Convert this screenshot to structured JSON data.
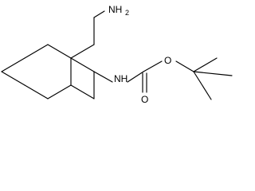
{
  "molecule": {
    "atoms": {
      "amine_n": "NH",
      "amine_sub": "2",
      "carbamate_nh": "NH",
      "ester_o": "O",
      "carbonyl_o": "O"
    }
  }
}
